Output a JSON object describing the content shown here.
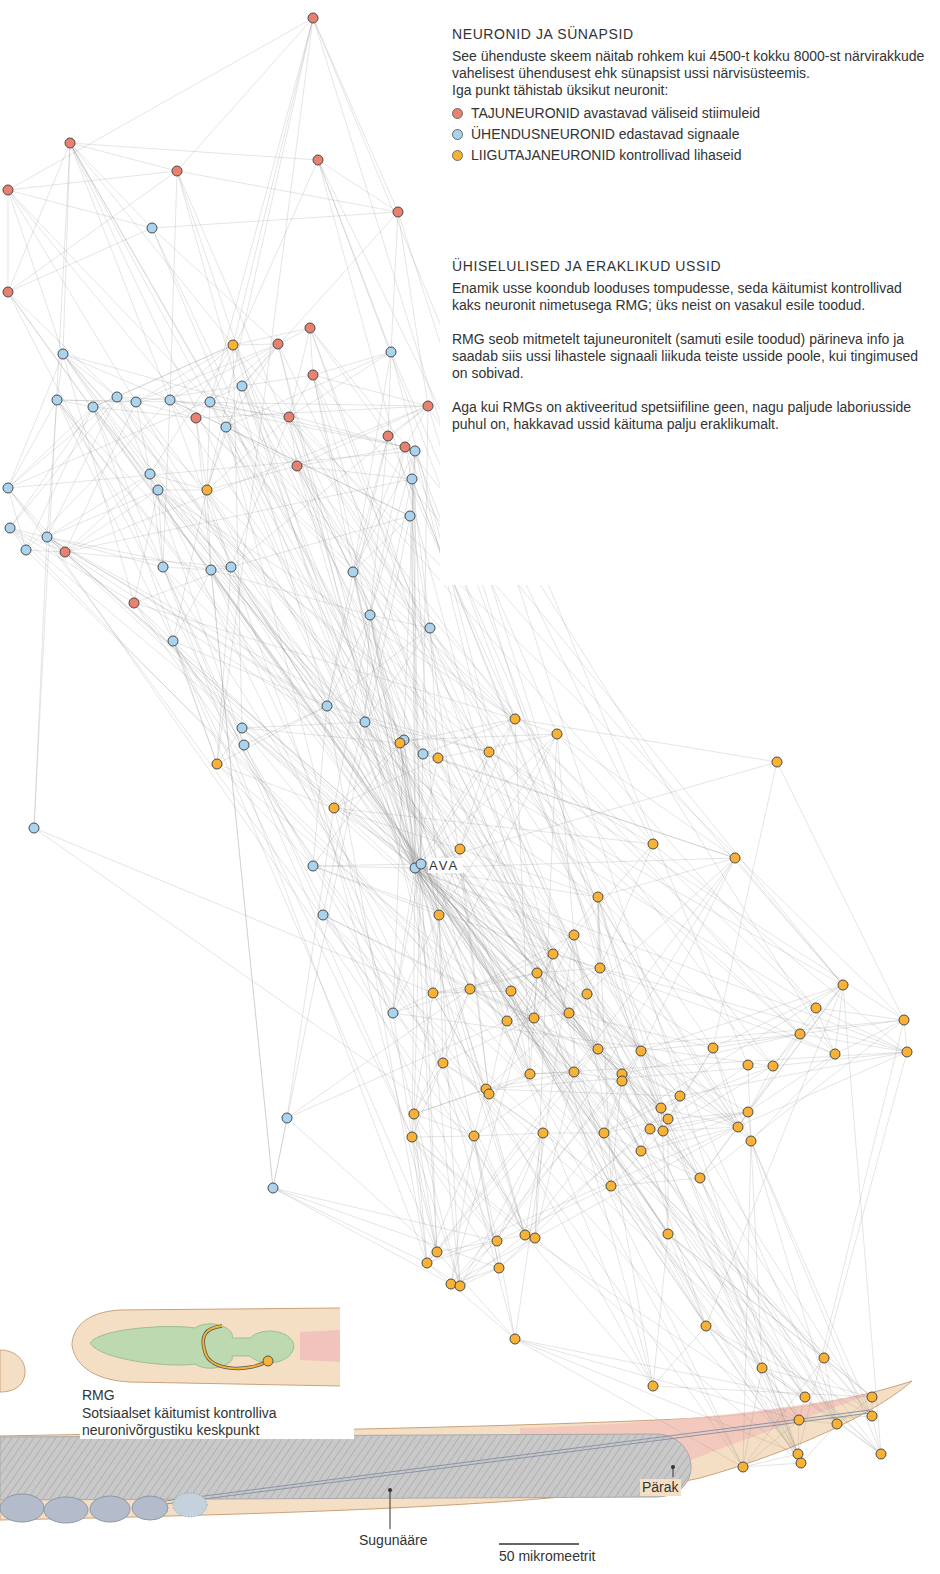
{
  "diagram": {
    "nodes": [
      {
        "text": [
          "AVA"
        ]
      }
    ],
    "labels": [
      "NEURONID JA SÜNAPSID",
      "See ühenduste skeem näitab rohkem kui 4500-t kokku 8000-st närvirakkude vahelisest ühendusest ehk sünapsist ussi närvisüsteemis.",
      "Iga punkt tähistab üksikut neuronit:",
      "ÜHISELULISED JA ERAKLIKUD USSID",
      "Enamik usse koondub looduses tompudesse, seda käitumist kontrollivad kaks neuronit nimetusega RMG; üks neist on vasakul esile toodud.",
      "RMG seob mitmetelt tajuneuronitelt (samuti esile toodud) pärineva info ja saadab siis ussi lihastele signaali liikuda teiste usside poole, kui tingimused on sobivad.",
      "Aga kui RMGs on aktiveeritud spetsiifiline geen, nagu paljude laboriusside puhul on, hakkavad ussid käituma palju eraklikumalt.",
      "RMG",
      "Sotsiaalset käitumist kontrolliva neuronivõrgustiku keskpunkt",
      "Pärak",
      "Sugunääre",
      "50 mikromeetrit"
    ],
    "legend": [
      {
        "text": "TAJUNEURONID avastavad väliseid stiimuleid",
        "color": "#e8826f"
      },
      {
        "text": "ÜHENDUSNEURONID edastavad signaale",
        "color": "#a9d3ee"
      },
      {
        "text": "LIIGUTAJANEURONID kontrollivad lihaseid",
        "color": "#f9b233"
      }
    ]
  }
}
